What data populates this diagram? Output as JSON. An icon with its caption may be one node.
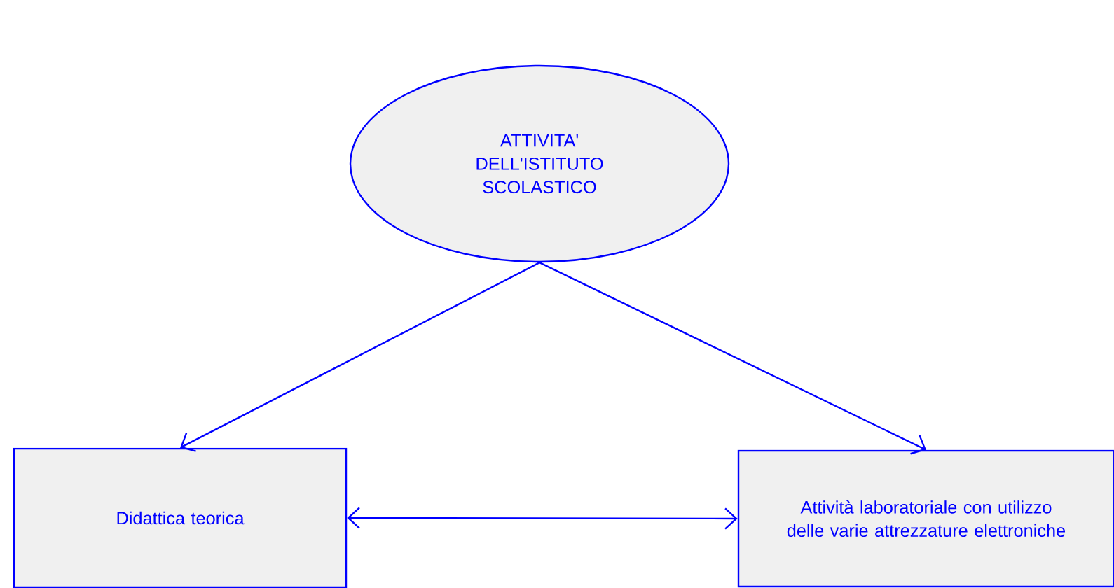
{
  "diagram": {
    "nodes": [
      {
        "text": [
          "ATTIVITA' DELL'ISTITUTO SCOLASTICO"
        ]
      },
      {
        "text": [
          "Didattica teorica"
        ]
      },
      {
        "text": [
          "Attività laboratoriale con utilizzo delle varie attrezzature elettroniche"
        ]
      }
    ],
    "edges": [
      {
        "from": 0,
        "to": 1,
        "arrow": "to"
      },
      {
        "from": 0,
        "to": 2,
        "arrow": "to"
      },
      {
        "from": 1,
        "to": 2,
        "arrow": "both"
      }
    ]
  }
}
